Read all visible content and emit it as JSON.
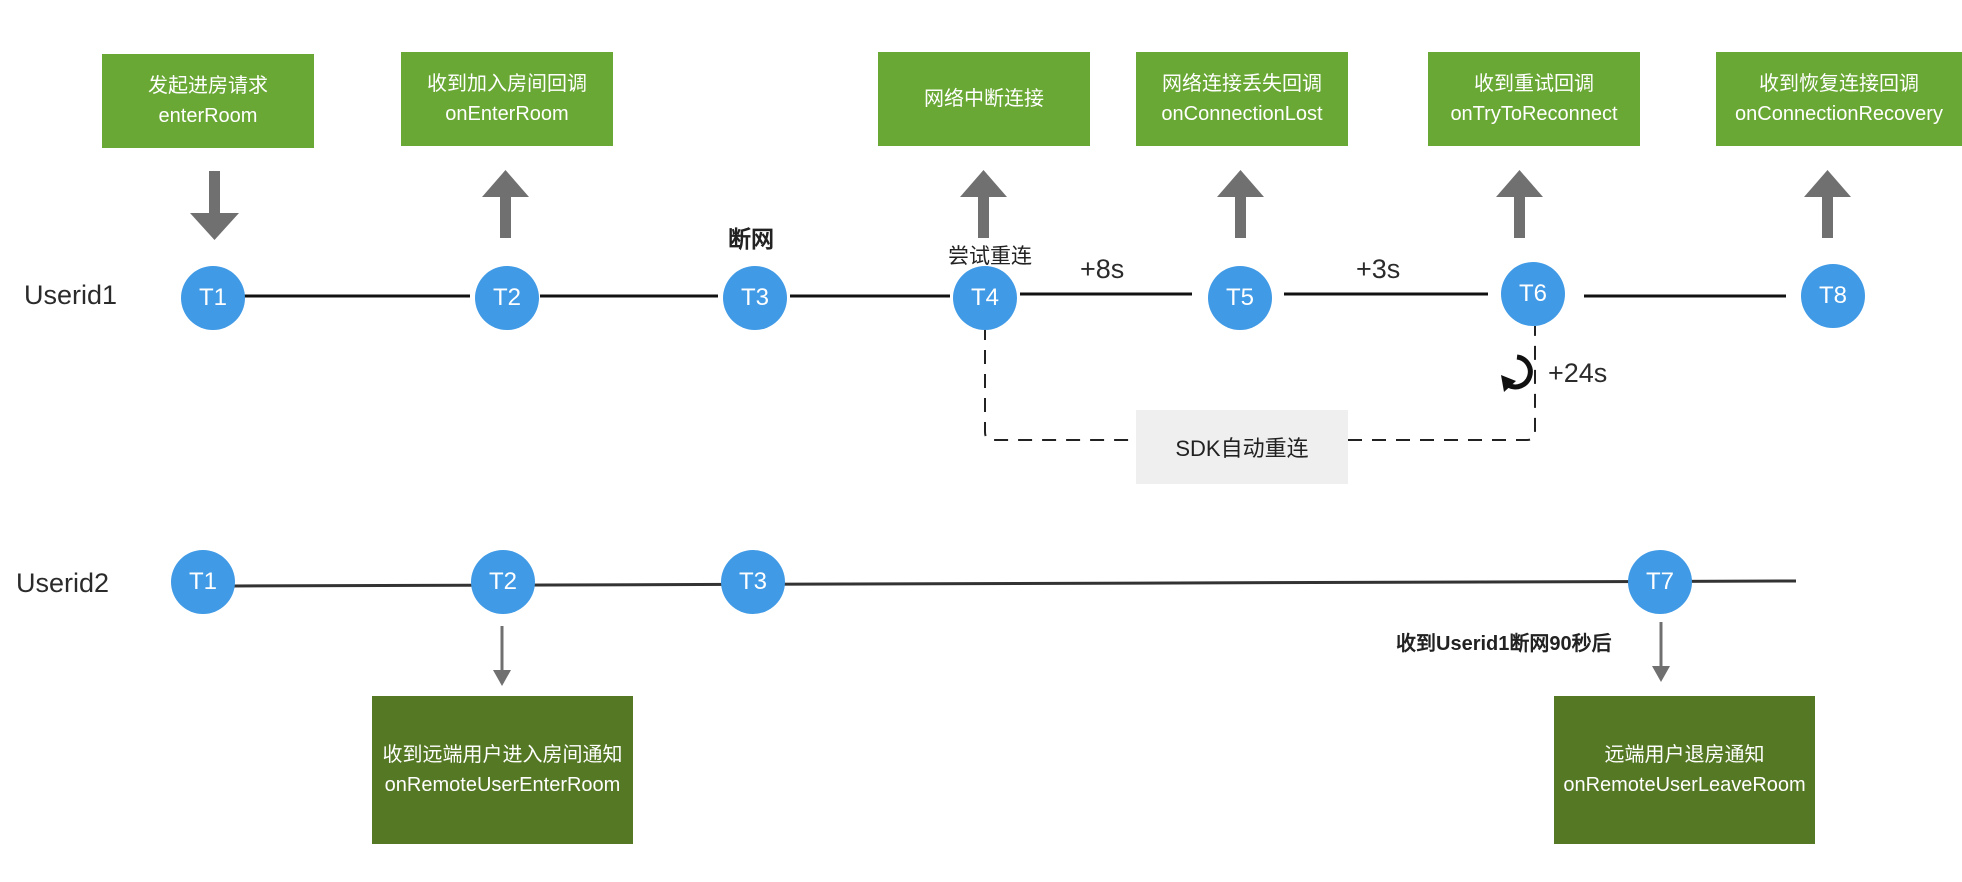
{
  "rows": {
    "user1": "Userid1",
    "user2": "Userid2"
  },
  "user1_nodes": [
    "T1",
    "T2",
    "T3",
    "T4",
    "T5",
    "T6",
    "T8"
  ],
  "user2_nodes": [
    "T1",
    "T2",
    "T3",
    "T7"
  ],
  "events_top": [
    {
      "cn": "发起进房请求",
      "api": "enterRoom"
    },
    {
      "cn": "收到加入房间回调",
      "api": "onEnterRoom"
    },
    {
      "cn": "网络中断连接",
      "api": ""
    },
    {
      "cn": "网络连接丢失回调",
      "api": "onConnectionLost"
    },
    {
      "cn": "收到重试回调",
      "api": "onTryToReconnect"
    },
    {
      "cn": "收到恢复连接回调",
      "api": "onConnectionRecovery"
    }
  ],
  "events_bottom": [
    {
      "cn": "收到远端用户进入房间通知",
      "api": "onRemoteUserEnterRoom"
    },
    {
      "cn": "远端用户退房通知",
      "api": "onRemoteUserLeaveRoom"
    }
  ],
  "labels": {
    "disconnect": "断网",
    "try_reconnect": "尝试重连",
    "plus8": "+8s",
    "plus3": "+3s",
    "plus24": "+24s",
    "sdk_reconnect": "SDK自动重连",
    "after90": "收到Userid1断网90秒后"
  },
  "colors": {
    "node": "#409ae6",
    "box_light": "#6aa835",
    "box_dark": "#557824",
    "arrow": "#707070"
  }
}
